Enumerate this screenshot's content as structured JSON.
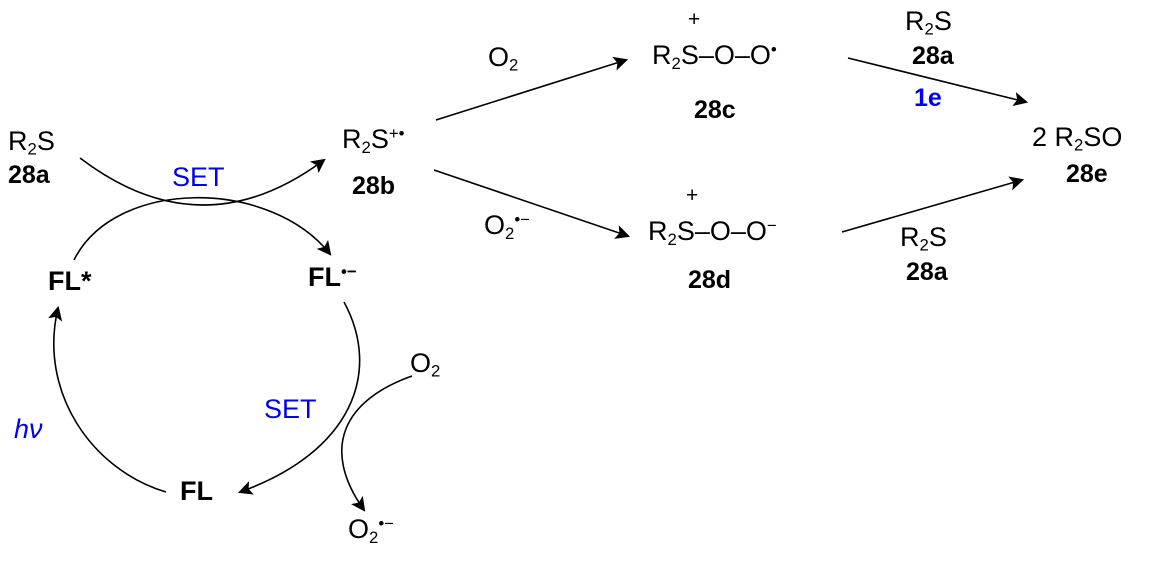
{
  "colors": {
    "ink": "#000000",
    "accent": "#0000EE",
    "background": "#ffffff"
  },
  "substrate": {
    "formula_parts": [
      {
        "t": "R"
      },
      {
        "t": "2",
        "s": "sub"
      },
      {
        "t": "S"
      }
    ],
    "id": "28a"
  },
  "radical_cation": {
    "formula_parts": [
      {
        "t": "R"
      },
      {
        "t": "2",
        "s": "sub"
      },
      {
        "t": "S"
      },
      {
        "t": "+•",
        "s": "sup"
      }
    ],
    "id": "28b"
  },
  "photocycle": {
    "set_substrate_label": "SET",
    "set_oxygen_label": "SET",
    "light_label": "hν",
    "fl_excited": "FL*",
    "fl_radical_anion_parts": [
      {
        "t": "FL"
      },
      {
        "t": "•−",
        "s": "sup"
      }
    ],
    "fl_ground": "FL",
    "oxygen_in_parts": [
      {
        "t": "O"
      },
      {
        "t": "2",
        "s": "sub"
      }
    ],
    "superoxide_out_parts": [
      {
        "t": "O"
      },
      {
        "t": "2",
        "s": "sub"
      },
      {
        "t": "•−",
        "s": "sup"
      }
    ]
  },
  "path_top": {
    "reagent_parts": [
      {
        "t": "O"
      },
      {
        "t": "2",
        "s": "sub"
      }
    ],
    "intermediate": {
      "charge": "+",
      "formula_parts": [
        {
          "t": "R"
        },
        {
          "t": "2",
          "s": "sub"
        },
        {
          "t": "S"
        },
        {
          "t": "–O–O"
        },
        {
          "t": "•",
          "s": "sup"
        }
      ],
      "id": "28c"
    },
    "second_step": {
      "reagent_parts": [
        {
          "t": "R"
        },
        {
          "t": "2",
          "s": "sub"
        },
        {
          "t": "S"
        }
      ],
      "reagent_id": "28a",
      "electron_label": "1e"
    }
  },
  "path_bottom": {
    "reagent_parts": [
      {
        "t": "O"
      },
      {
        "t": "2",
        "s": "sub"
      },
      {
        "t": "•−",
        "s": "sup"
      }
    ],
    "intermediate": {
      "charge": "+",
      "formula_parts": [
        {
          "t": "R"
        },
        {
          "t": "2",
          "s": "sub"
        },
        {
          "t": "S"
        },
        {
          "t": "–O–O"
        },
        {
          "t": "−",
          "s": "sup"
        }
      ],
      "id": "28d"
    },
    "second_step": {
      "reagent_parts": [
        {
          "t": "R"
        },
        {
          "t": "2",
          "s": "sub"
        },
        {
          "t": "S"
        }
      ],
      "reagent_id": "28a"
    }
  },
  "product": {
    "formula_parts": [
      {
        "t": "2 R"
      },
      {
        "t": "2",
        "s": "sub"
      },
      {
        "t": "SO"
      }
    ],
    "id": "28e"
  }
}
